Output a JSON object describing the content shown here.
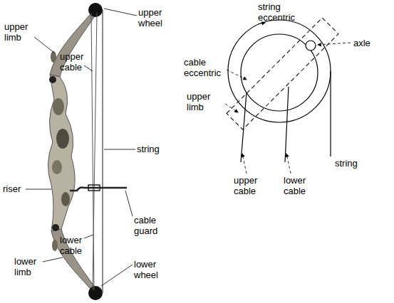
{
  "diagram": {
    "labels": [
      "upper limb",
      "upper wheel",
      "upper cable",
      "string",
      "riser",
      "cable guard",
      "lower cable",
      "lower limb",
      "lower wheel",
      "string eccentric",
      "cable eccentric",
      "axle",
      "upper limb",
      "upper cable",
      "lower cable",
      "string"
    ]
  }
}
